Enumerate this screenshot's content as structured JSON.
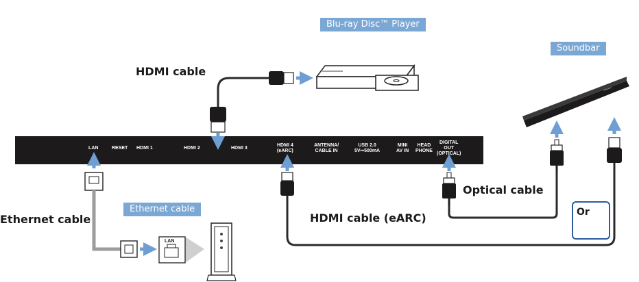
{
  "tags": {
    "bluray": "Blu-ray Disc™ Player",
    "soundbar": "Soundbar",
    "ethernet": "Ethernet cable"
  },
  "labels": {
    "hdmi_cable": "HDMI cable",
    "hdmi_earc": "HDMI cable (eARC)",
    "optical": "Optical cable",
    "ethernet": "Ethernet cable",
    "or": "Or"
  },
  "ports": {
    "lan": "LAN",
    "reset": "RESET",
    "hdmi1": "HDMI 1",
    "hdmi2": "HDMI 2",
    "hdmi3": "HDMI 3",
    "hdmi4_a": "HDMI 4",
    "hdmi4_b": "(eARC)",
    "antenna_a": "ANTENNA/",
    "antenna_b": "CABLE IN",
    "usb_a": "USB 2.0",
    "usb_b": "5V⎓500mA",
    "mini_a": "MINI",
    "mini_b": "AV IN",
    "head_a": "HEAD",
    "head_b": "PHONE",
    "digital_a": "DIGITAL",
    "digital_b": "OUT",
    "digital_c": "(OPTICAL)"
  },
  "router_lan": "LAN",
  "colors": {
    "tv_panel": "#1c1a1a",
    "tag_bg": "#7ba7d4",
    "arrow": "#6f9fd2",
    "cable_dark": "#2a2a2a",
    "cable_gray": "#9c9c9c",
    "or_border": "#2c5aa0"
  }
}
